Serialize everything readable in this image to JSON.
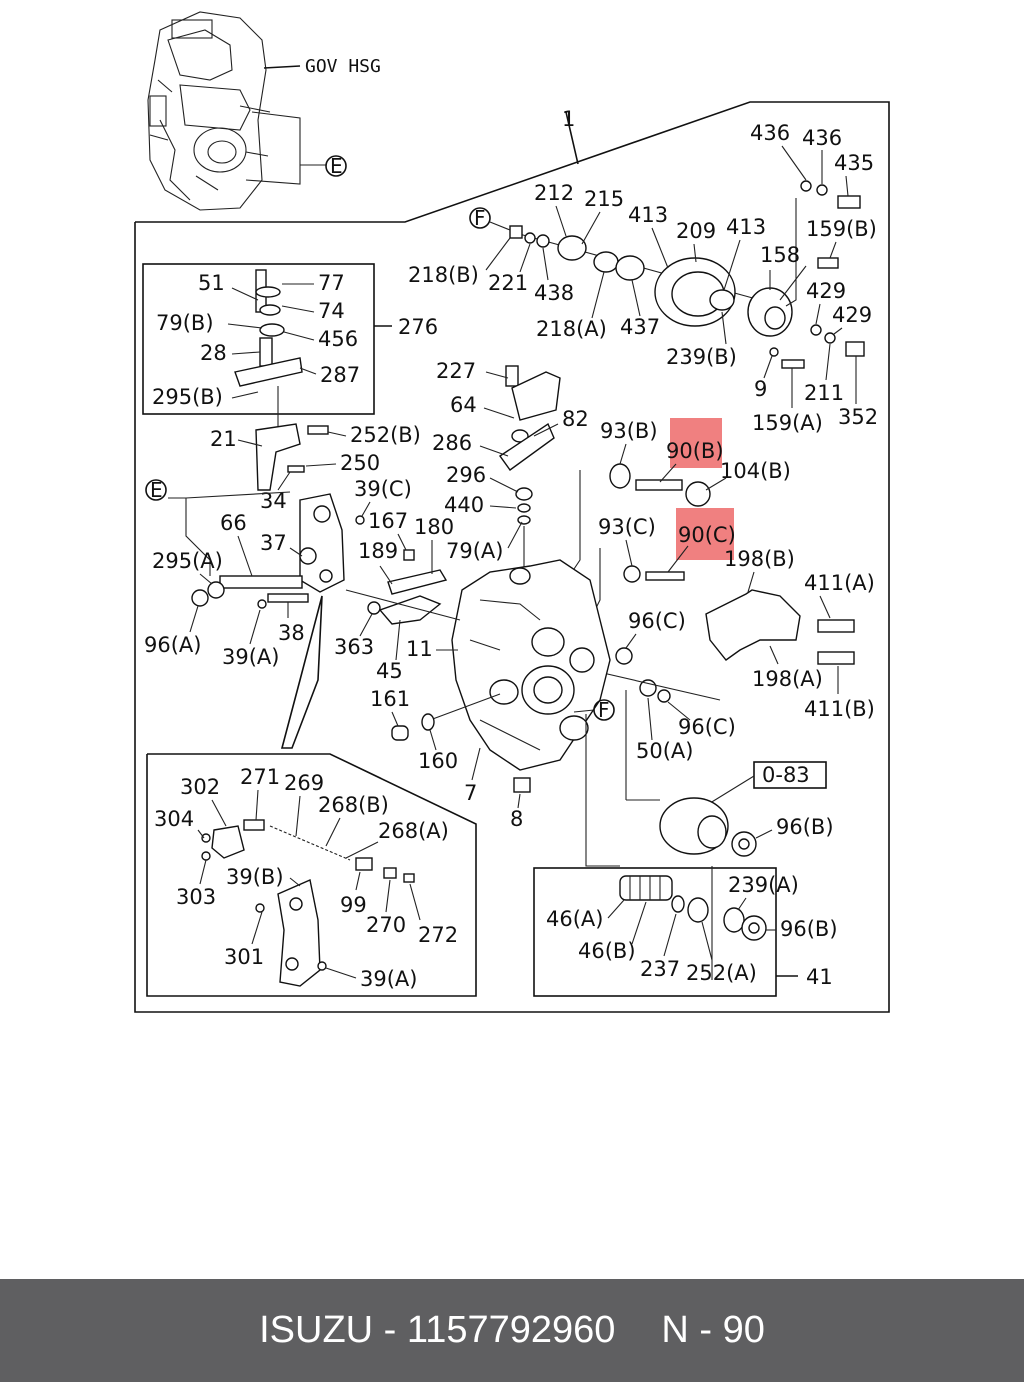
{
  "header": {
    "assembly_label": "GOV HSG",
    "ref_main": "1"
  },
  "refs": {
    "E": "E",
    "F": "F",
    "box_ref": "0-83"
  },
  "labels": {
    "l436a": "436",
    "l436b": "436",
    "l435": "435",
    "l159b": "159(B)",
    "l429a": "429",
    "l429b": "429",
    "l158": "158",
    "l413a": "413",
    "l413b": "413",
    "l209": "209",
    "l212": "212",
    "l215": "215",
    "l218b": "218(B)",
    "l221": "221",
    "l438": "438",
    "l218a": "218(A)",
    "l437": "437",
    "l239b": "239(B)",
    "l9": "9",
    "l211": "211",
    "l159a": "159(A)",
    "l352": "352",
    "l51": "51",
    "l77": "77",
    "l74": "74",
    "l79b": "79(B)",
    "l456": "456",
    "l276": "276",
    "l28": "28",
    "l287": "287",
    "l295b": "295(B)",
    "l227": "227",
    "l64": "64",
    "l82": "82",
    "l286": "286",
    "l296": "296",
    "l440": "440",
    "l79a": "79(A)",
    "l93b": "93(B)",
    "l90b": "90(B)",
    "l104b": "104(B)",
    "l93c": "93(C)",
    "l90c": "90(C)",
    "l198b": "198(B)",
    "l411a": "411(A)",
    "l96c1": "96(C)",
    "l198a": "198(A)",
    "l411b": "411(B)",
    "l96c2": "96(C)",
    "l50a": "50(A)",
    "l96b1": "96(B)",
    "l239a": "239(A)",
    "l96b2": "96(B)",
    "l21": "21",
    "l252b": "252(B)",
    "l250": "250",
    "l34": "34",
    "l39c": "39(C)",
    "l167": "167",
    "l180": "180",
    "l66": "66",
    "l37": "37",
    "l189": "189",
    "l295a": "295(A)",
    "l96a": "96(A)",
    "l39a1": "39(A)",
    "l38": "38",
    "l363": "363",
    "l45": "45",
    "l11": "11",
    "l161": "161",
    "l160": "160",
    "l7": "7",
    "l8": "8",
    "l302": "302",
    "l271": "271",
    "l269": "269",
    "l268b": "268(B)",
    "l304": "304",
    "l268a": "268(A)",
    "l303": "303",
    "l39b": "39(B)",
    "l99": "99",
    "l270": "270",
    "l272": "272",
    "l301": "301",
    "l39a2": "39(A)",
    "l46a": "46(A)",
    "l46b": "46(B)",
    "l237": "237",
    "l252a": "252(A)",
    "l41": "41"
  },
  "highlights": {
    "color": "#f08080",
    "targets": [
      "90(B)",
      "90(C)"
    ]
  },
  "footer": {
    "brand_part": "ISUZU - 1157792960",
    "page_ref": "N - 90"
  }
}
